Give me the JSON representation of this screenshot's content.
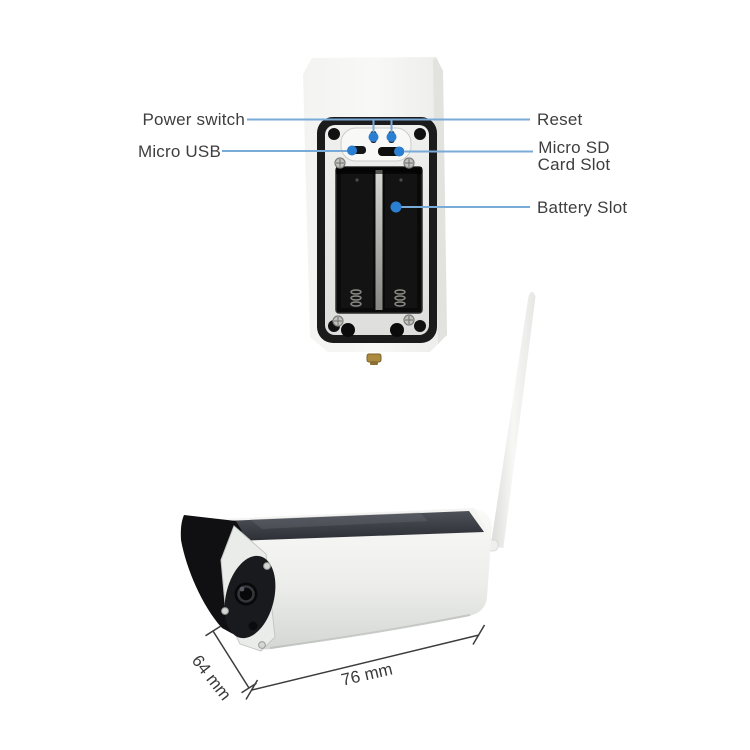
{
  "callouts": {
    "power_switch": {
      "label": "Power switch"
    },
    "micro_usb": {
      "label": "Micro USB"
    },
    "reset": {
      "label": "Reset"
    },
    "micro_sd": {
      "label_line1": "Micro SD",
      "label_line2": "Card Slot"
    },
    "battery_slot": {
      "label": "Battery Slot"
    }
  },
  "dimensions": {
    "depth": {
      "label": "64 mm"
    },
    "width": {
      "label": "76 mm"
    }
  },
  "colors": {
    "leader_line": "#78abd8",
    "marker_dot": "#2b7fd2",
    "label_text": "#3e3e3e",
    "solar_panel": "#3a3e45",
    "camera_body": "#ededeb",
    "background": "#ffffff"
  }
}
